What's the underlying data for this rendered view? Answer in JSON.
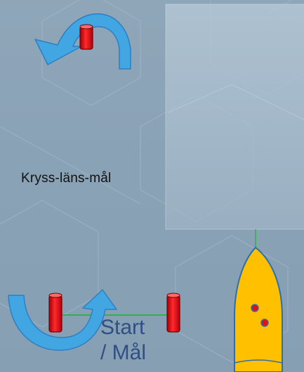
{
  "course": {
    "label": "Kryss-läns-mål"
  },
  "start_finish": {
    "line1": "Start",
    "line2": "/ Mål"
  },
  "colors": {
    "background": "#8ea5b8",
    "arrow": "#3fa4e0",
    "arrow_outline": "#2c7dc0",
    "buoy": "#e0101a",
    "buoy_outline": "#8a0000",
    "boat": "#ffc000",
    "boat_outline": "#2c6fb0",
    "line": "#2fb04a",
    "label_text": "#2f4f86"
  },
  "icons": {
    "top_rounding": "curved-arrow-around-buoy",
    "bottom_rounding": "u-turn-arrow-around-buoy",
    "boat": "sailboat-hull-top-view"
  }
}
